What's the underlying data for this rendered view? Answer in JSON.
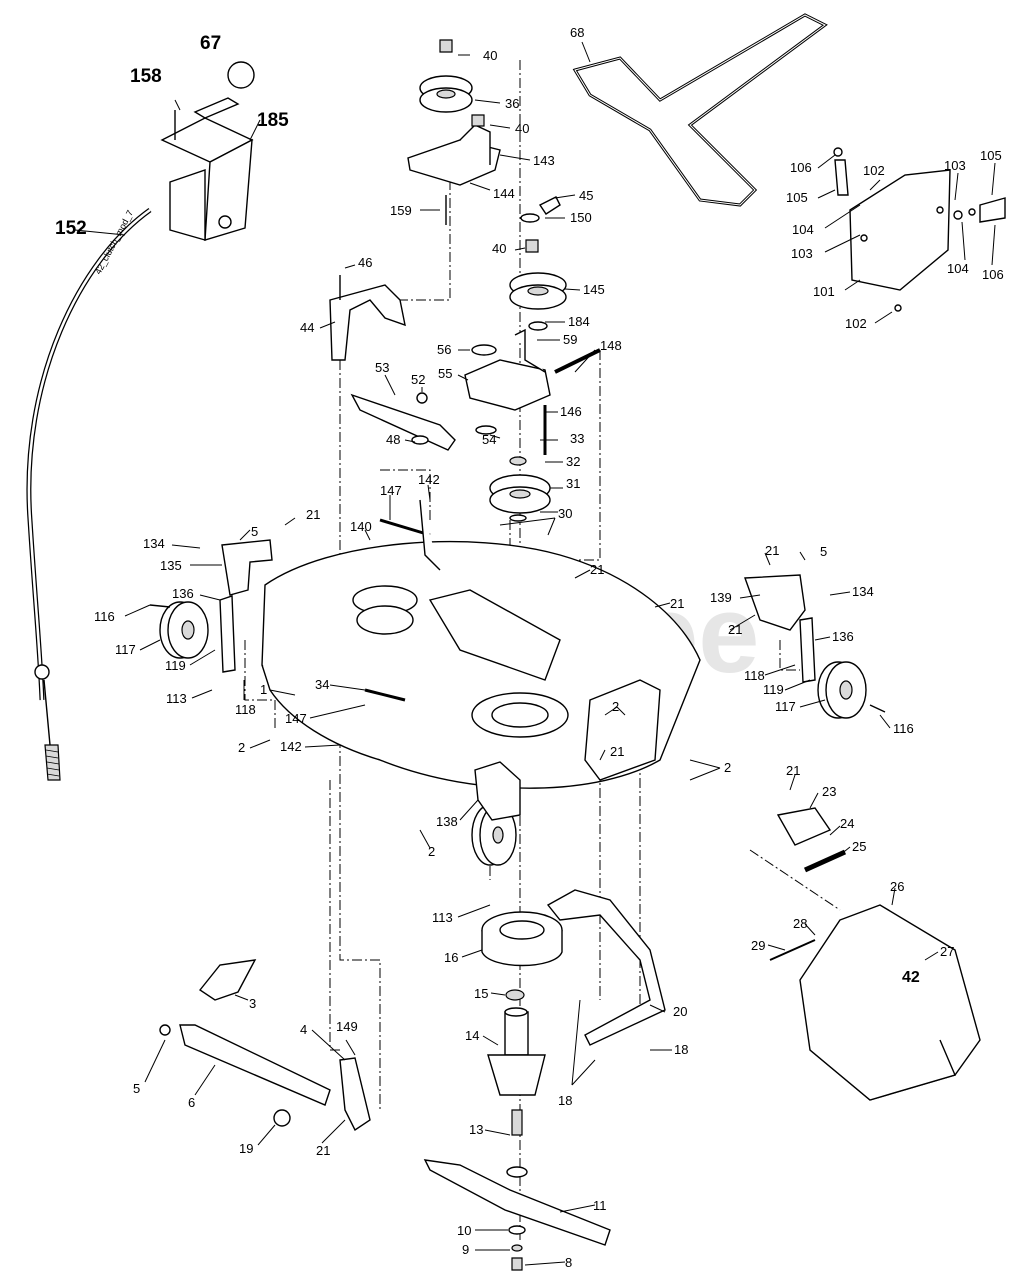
{
  "watermark": "PartsTree",
  "cable_label": "42_clutch_mod_7",
  "deck_logo": "42",
  "callouts": [
    {
      "id": "c67",
      "text": "67",
      "big": true
    },
    {
      "id": "c158",
      "text": "158",
      "big": true
    },
    {
      "id": "c185",
      "text": "185",
      "big": true
    },
    {
      "id": "c152",
      "text": "152",
      "big": true
    },
    {
      "id": "c40a",
      "text": "40"
    },
    {
      "id": "c36",
      "text": "36"
    },
    {
      "id": "c40b",
      "text": "40"
    },
    {
      "id": "c143",
      "text": "143"
    },
    {
      "id": "c144",
      "text": "144"
    },
    {
      "id": "c159",
      "text": "159"
    },
    {
      "id": "c68",
      "text": "68"
    },
    {
      "id": "c45",
      "text": "45"
    },
    {
      "id": "c150",
      "text": "150"
    },
    {
      "id": "c40c",
      "text": "40"
    },
    {
      "id": "c145",
      "text": "145"
    },
    {
      "id": "c184",
      "text": "184"
    },
    {
      "id": "c46",
      "text": "46"
    },
    {
      "id": "c44",
      "text": "44"
    },
    {
      "id": "c56",
      "text": "56"
    },
    {
      "id": "c59",
      "text": "59"
    },
    {
      "id": "c148",
      "text": "148"
    },
    {
      "id": "c55",
      "text": "55"
    },
    {
      "id": "c53",
      "text": "53"
    },
    {
      "id": "c52",
      "text": "52"
    },
    {
      "id": "c146",
      "text": "146"
    },
    {
      "id": "c54",
      "text": "54"
    },
    {
      "id": "c48",
      "text": "48"
    },
    {
      "id": "c33",
      "text": "33"
    },
    {
      "id": "c32",
      "text": "32"
    },
    {
      "id": "c31",
      "text": "31"
    },
    {
      "id": "c147a",
      "text": "147"
    },
    {
      "id": "c142a",
      "text": "142"
    },
    {
      "id": "c30",
      "text": "30"
    },
    {
      "id": "c21a",
      "text": "21"
    },
    {
      "id": "c140",
      "text": "140"
    },
    {
      "id": "c5a",
      "text": "5"
    },
    {
      "id": "c134a",
      "text": "134"
    },
    {
      "id": "c135",
      "text": "135"
    },
    {
      "id": "c136a",
      "text": "136"
    },
    {
      "id": "c116a",
      "text": "116"
    },
    {
      "id": "c117a",
      "text": "117"
    },
    {
      "id": "c119a",
      "text": "119"
    },
    {
      "id": "c113a",
      "text": "113"
    },
    {
      "id": "c118a",
      "text": "118"
    },
    {
      "id": "c1",
      "text": "1"
    },
    {
      "id": "c34",
      "text": "34"
    },
    {
      "id": "c147b",
      "text": "147"
    },
    {
      "id": "c2a",
      "text": "2"
    },
    {
      "id": "c21b",
      "text": "21"
    },
    {
      "id": "c21c",
      "text": "21"
    },
    {
      "id": "c21d",
      "text": "21"
    },
    {
      "id": "c5b",
      "text": "5"
    },
    {
      "id": "c139",
      "text": "139"
    },
    {
      "id": "c134b",
      "text": "134"
    },
    {
      "id": "c21e",
      "text": "21"
    },
    {
      "id": "c136b",
      "text": "136"
    },
    {
      "id": "c118b",
      "text": "118"
    },
    {
      "id": "c119b",
      "text": "119"
    },
    {
      "id": "c117b",
      "text": "117"
    },
    {
      "id": "c116b",
      "text": "116"
    },
    {
      "id": "c2b",
      "text": "2"
    },
    {
      "id": "c21f",
      "text": "21"
    },
    {
      "id": "c2c",
      "text": "2"
    },
    {
      "id": "c142b",
      "text": "142"
    },
    {
      "id": "c138",
      "text": "138"
    },
    {
      "id": "c2d",
      "text": "2"
    },
    {
      "id": "c21g",
      "text": "21"
    },
    {
      "id": "c23",
      "text": "23"
    },
    {
      "id": "c24",
      "text": "24"
    },
    {
      "id": "c25",
      "text": "25"
    },
    {
      "id": "c26",
      "text": "26"
    },
    {
      "id": "c28",
      "text": "28"
    },
    {
      "id": "c29",
      "text": "29"
    },
    {
      "id": "c27",
      "text": "27"
    },
    {
      "id": "c113b",
      "text": "113"
    },
    {
      "id": "c16",
      "text": "16"
    },
    {
      "id": "c15",
      "text": "15"
    },
    {
      "id": "c20",
      "text": "20"
    },
    {
      "id": "c14",
      "text": "14"
    },
    {
      "id": "c18a",
      "text": "18"
    },
    {
      "id": "c18b",
      "text": "18"
    },
    {
      "id": "c3",
      "text": "3"
    },
    {
      "id": "c4",
      "text": "4"
    },
    {
      "id": "c149",
      "text": "149"
    },
    {
      "id": "c5c",
      "text": "5"
    },
    {
      "id": "c6",
      "text": "6"
    },
    {
      "id": "c19",
      "text": "19"
    },
    {
      "id": "c21h",
      "text": "21"
    },
    {
      "id": "c13",
      "text": "13"
    },
    {
      "id": "c11",
      "text": "11"
    },
    {
      "id": "c10",
      "text": "10"
    },
    {
      "id": "c9",
      "text": "9"
    },
    {
      "id": "c8",
      "text": "8"
    },
    {
      "id": "c106a",
      "text": "106"
    },
    {
      "id": "c102a",
      "text": "102"
    },
    {
      "id": "c103a",
      "text": "103"
    },
    {
      "id": "c105a",
      "text": "105"
    },
    {
      "id": "c105b",
      "text": "105"
    },
    {
      "id": "c104a",
      "text": "104"
    },
    {
      "id": "c103b",
      "text": "103"
    },
    {
      "id": "c104b",
      "text": "104"
    },
    {
      "id": "c106b",
      "text": "106"
    },
    {
      "id": "c101",
      "text": "101"
    },
    {
      "id": "c102b",
      "text": "102"
    }
  ]
}
